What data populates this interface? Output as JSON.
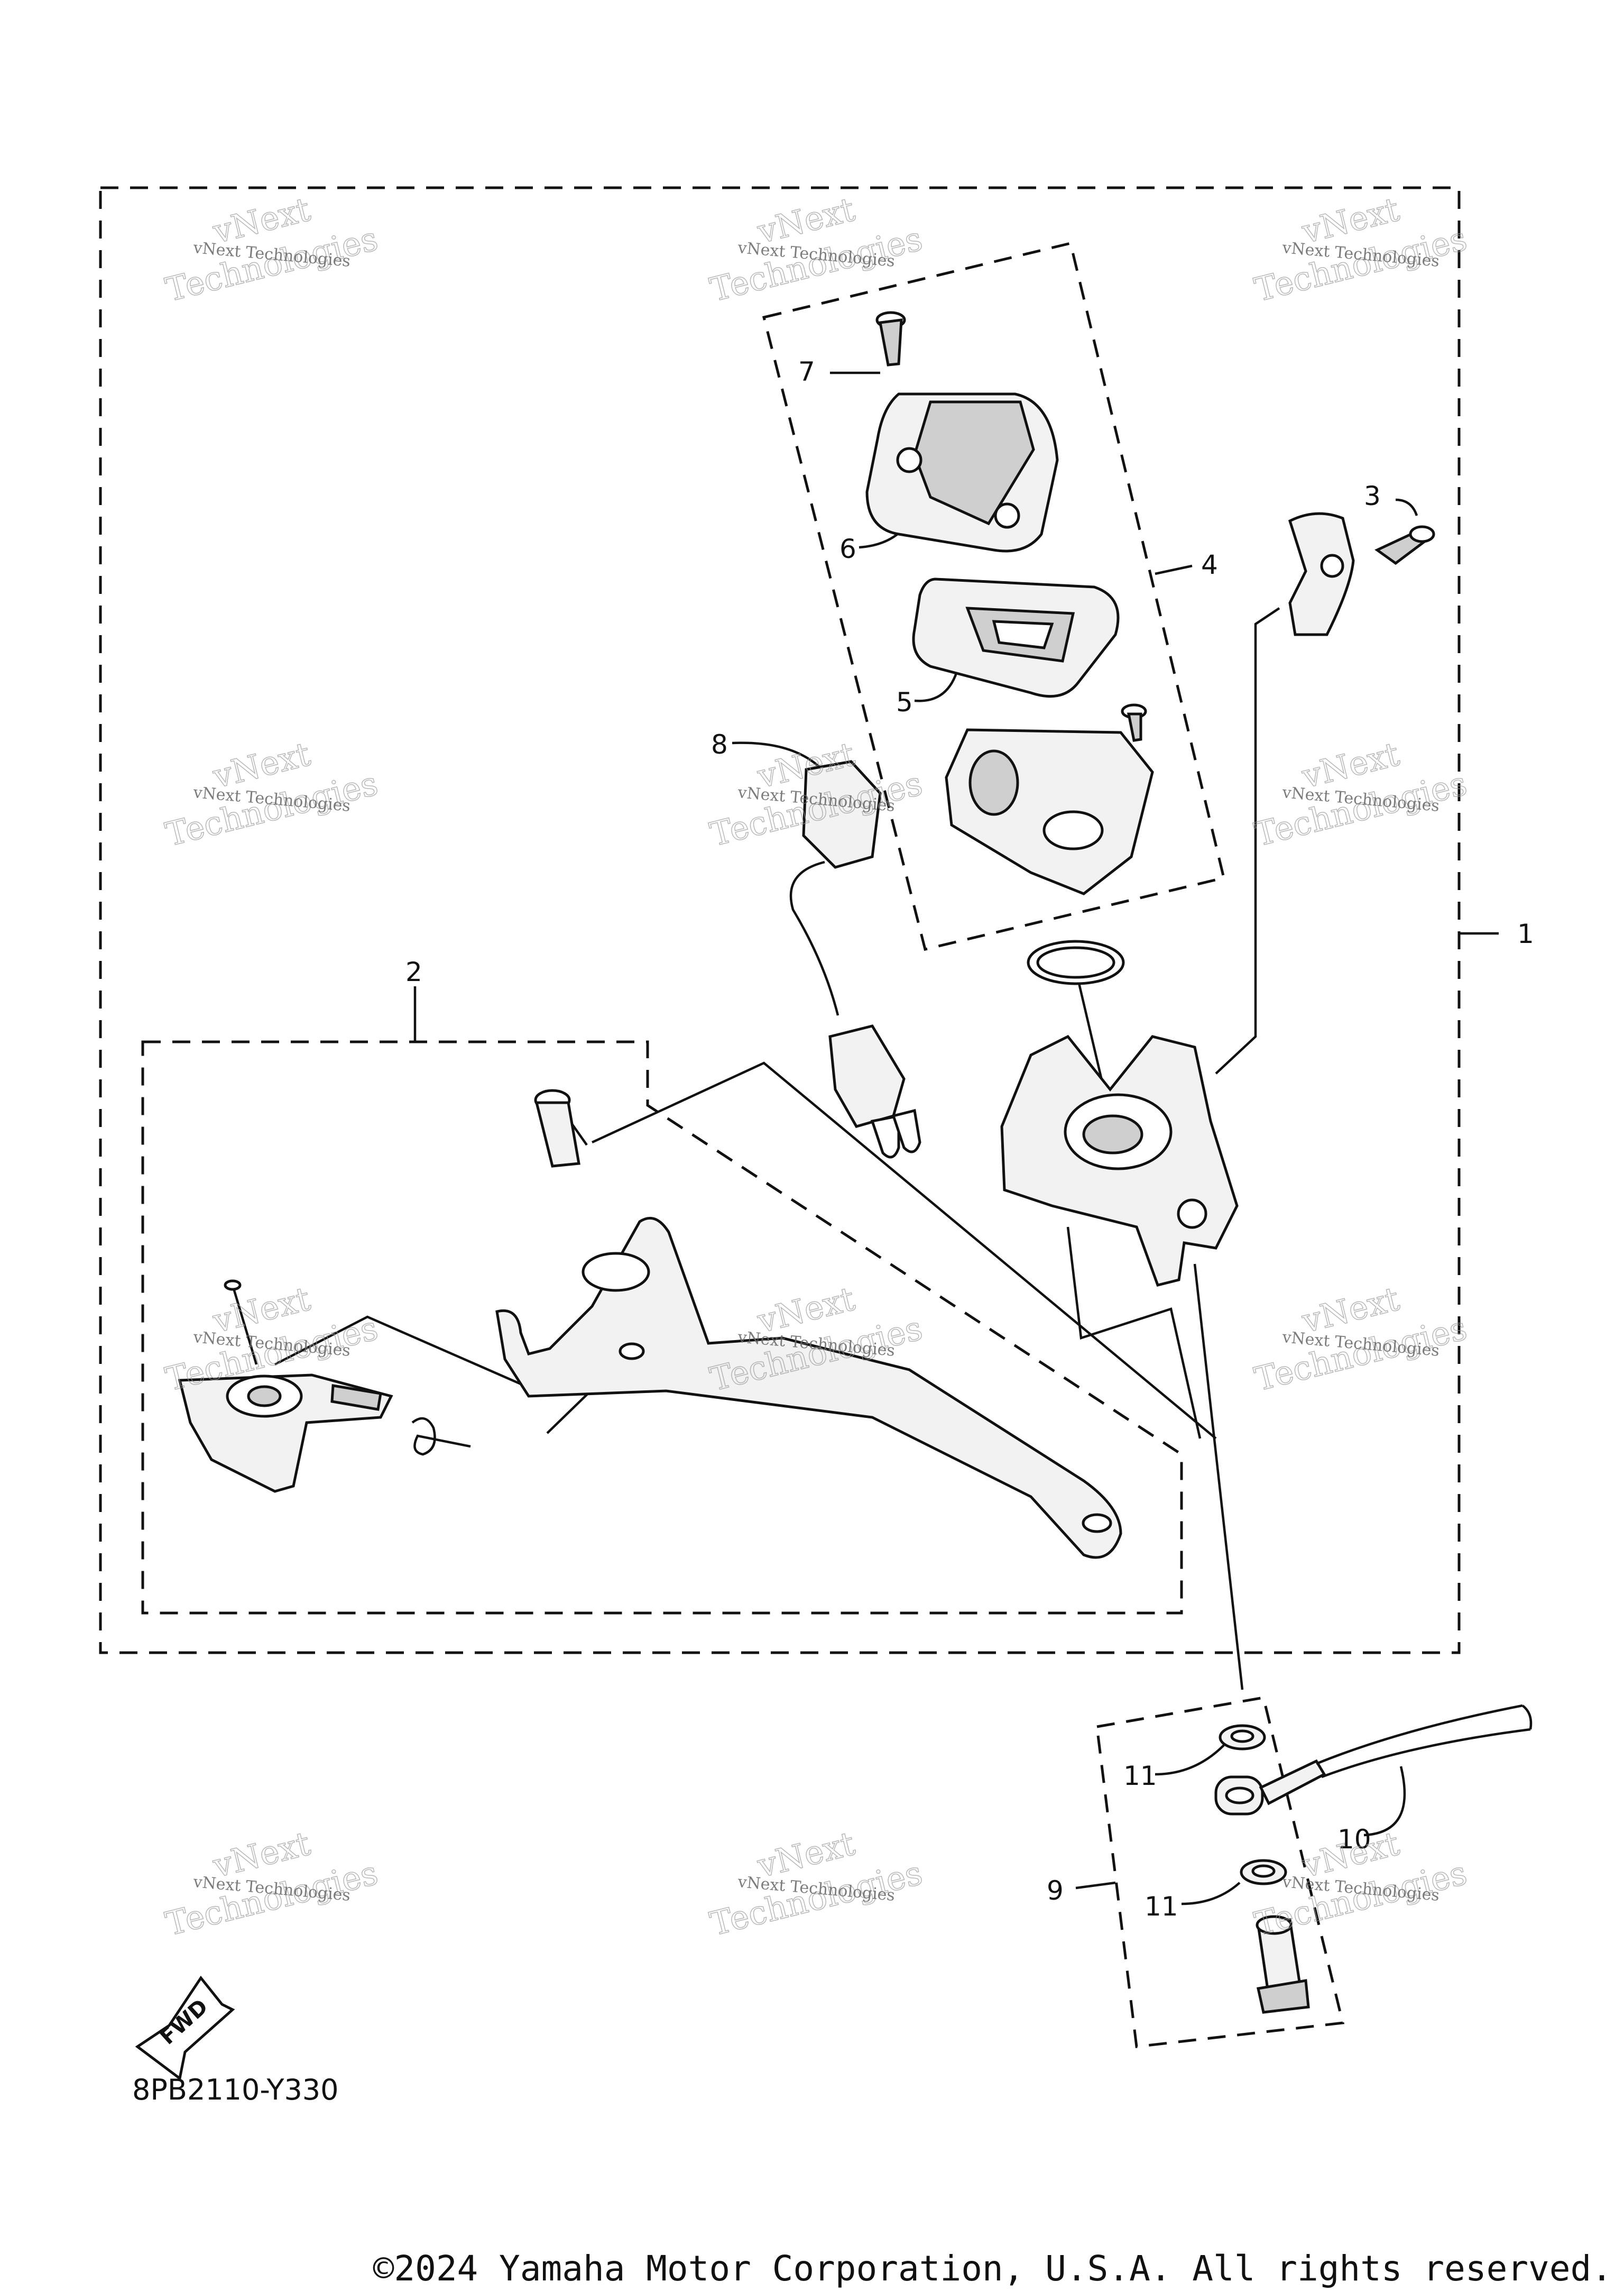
{
  "callouts": [
    {
      "id": "1",
      "label": "1"
    },
    {
      "id": "2",
      "label": "2"
    },
    {
      "id": "3",
      "label": "3"
    },
    {
      "id": "4",
      "label": "4"
    },
    {
      "id": "5",
      "label": "5"
    },
    {
      "id": "6",
      "label": "6"
    },
    {
      "id": "7",
      "label": "7"
    },
    {
      "id": "8",
      "label": "8"
    },
    {
      "id": "9",
      "label": "9"
    },
    {
      "id": "10",
      "label": "10"
    },
    {
      "id": "11a",
      "label": "11"
    },
    {
      "id": "11b",
      "label": "11"
    }
  ],
  "watermark": {
    "text_small": "vNext Technologies",
    "text_line1": "vNext",
    "text_line2": "Technologies"
  },
  "diagram_code": "8PB2110-Y330",
  "fwd_label": "FWD",
  "copyright": "©2024 Yamaha Motor Corporation, U.S.A. All rights reserved."
}
